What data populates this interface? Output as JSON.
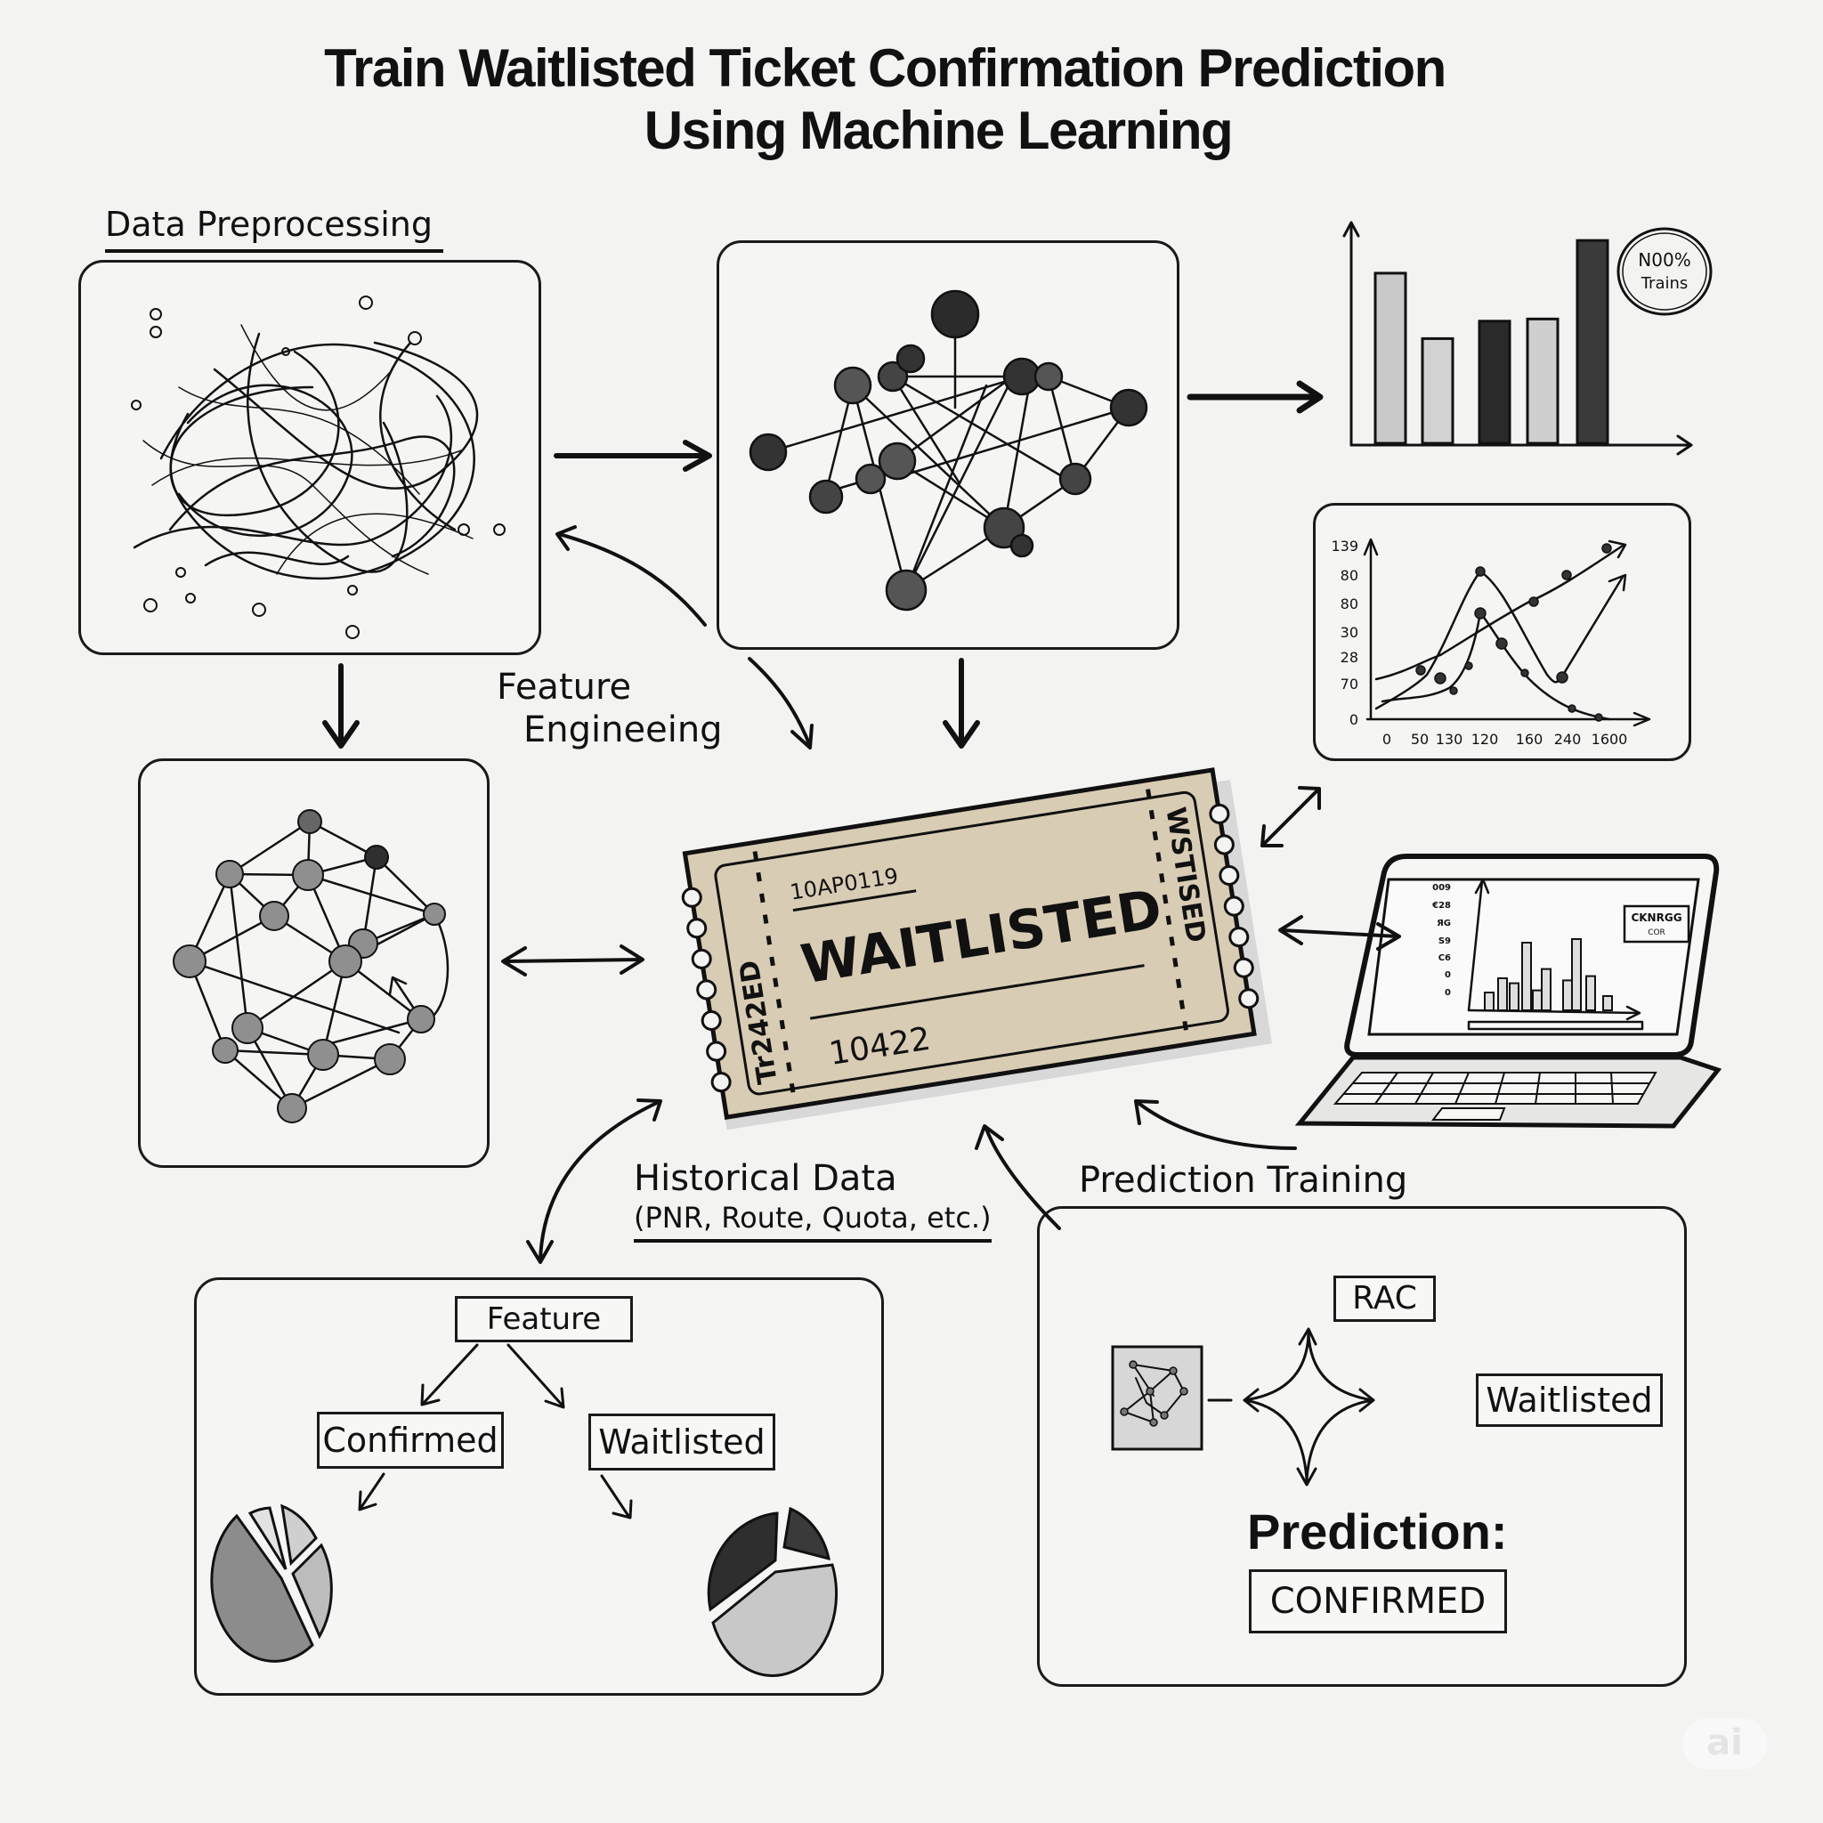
{
  "title": {
    "line1": "Train Waitlisted Ticket Confirmation Prediction",
    "line2": "Using Machine Learning"
  },
  "sections": {
    "data_preprocessing": "Data Preprocessing",
    "feature_engineering_line1": "Feature",
    "feature_engineering_line2": "Engineeing",
    "historical_data": "Historical Data",
    "historical_data_sub": "(PNR, Route, Quota, etc.)",
    "prediction_training": "Prediction Training"
  },
  "bar_panel": {
    "badge_line1": "N00%",
    "badge_line2": "Trains",
    "bar_values": [
      0.78,
      0.48,
      0.56,
      0.57,
      0.93
    ],
    "bar_shades": [
      "#c9c9c9",
      "#d2d2d2",
      "#2a2a2a",
      "#cfcfcf",
      "#3a3a3a"
    ]
  },
  "line_panel": {
    "y_ticks": [
      "139",
      "80",
      "80",
      "30",
      "28",
      "70",
      "0"
    ],
    "x_ticks": [
      "0",
      "50",
      "130",
      "120",
      "160",
      "240",
      "1600"
    ]
  },
  "ticket": {
    "code": "10AP0119",
    "status": "WAITLISTED",
    "number": "10422",
    "left_stub": "Tr242ED",
    "right_stub": "WSTISED",
    "paper_color": "#d9ccb4"
  },
  "laptop": {
    "y_ticks": [
      "009",
      "€28",
      "ЯG",
      "S9",
      "C6",
      "0",
      "0"
    ],
    "badge_line1": "CKNRGG",
    "badge_line2": "COR",
    "bar_values": [
      0.25,
      0.45,
      0.38,
      0.95,
      0.28,
      0.58,
      0.42,
      1.0,
      0.48,
      0.2
    ]
  },
  "feature_tree": {
    "root": "Feature",
    "left": "Confirmed",
    "right": "Waitlisted"
  },
  "prediction": {
    "top": "RAC",
    "right": "Waitlisted",
    "heading": "Prediction:",
    "result": "CONFIRMED"
  },
  "watermark": "ai"
}
